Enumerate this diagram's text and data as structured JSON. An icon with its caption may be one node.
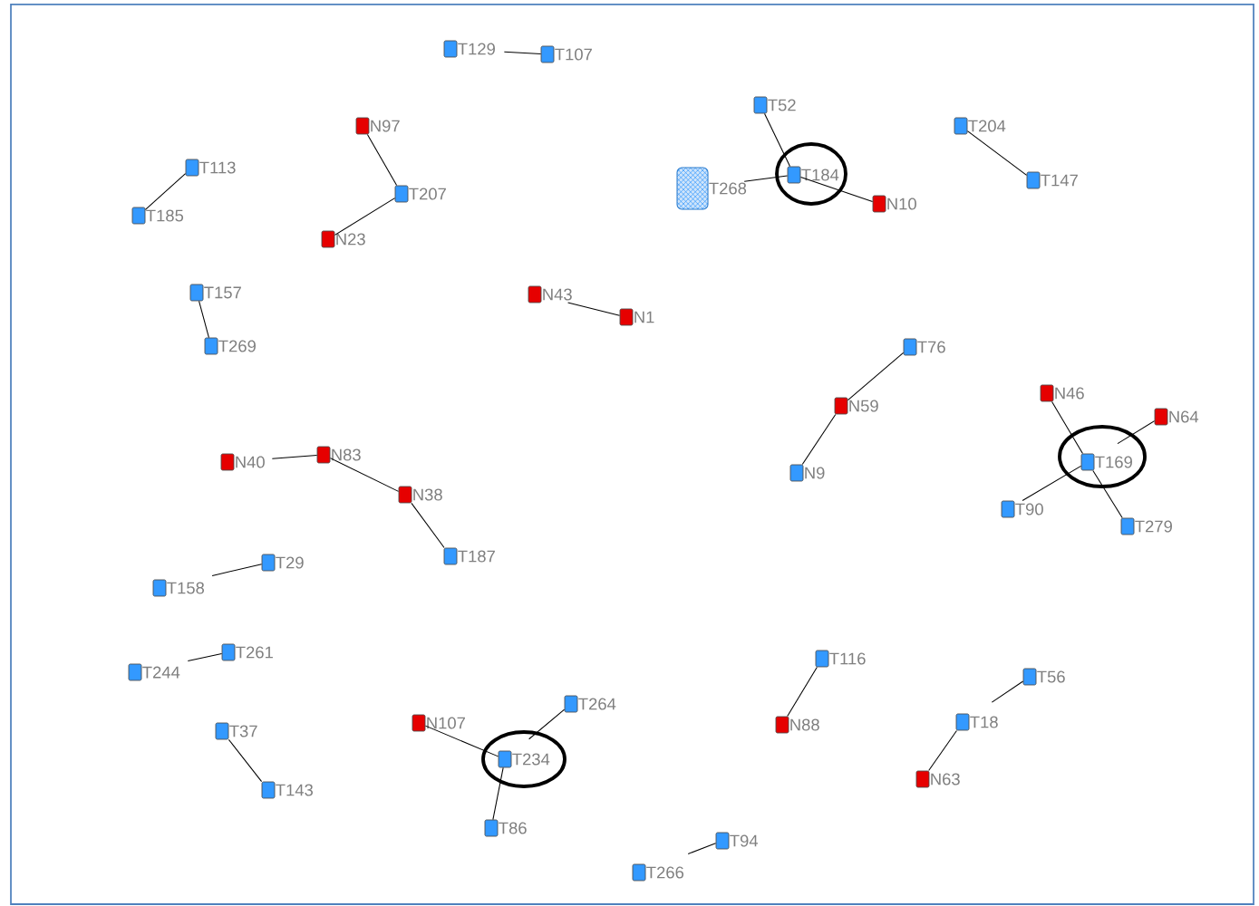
{
  "diagram": {
    "nodes": [
      {
        "text": [
          "T129"
        ]
      },
      {
        "text": [
          "T107"
        ]
      },
      {
        "text": [
          "N97"
        ]
      },
      {
        "text": [
          "T207"
        ]
      },
      {
        "text": [
          "N23"
        ]
      },
      {
        "text": [
          "T113"
        ]
      },
      {
        "text": [
          "T185"
        ]
      },
      {
        "text": [
          "T52"
        ]
      },
      {
        "text": [
          "T268"
        ]
      },
      {
        "text": [
          "T184"
        ]
      },
      {
        "text": [
          "N10"
        ]
      },
      {
        "text": [
          "T204"
        ]
      },
      {
        "text": [
          "T147"
        ]
      },
      {
        "text": [
          "T157"
        ]
      },
      {
        "text": [
          "T269"
        ]
      },
      {
        "text": [
          "N43"
        ]
      },
      {
        "text": [
          "N1"
        ]
      },
      {
        "text": [
          "T76"
        ]
      },
      {
        "text": [
          "N59"
        ]
      },
      {
        "text": [
          "N9"
        ]
      },
      {
        "text": [
          "N46"
        ]
      },
      {
        "text": [
          "N64"
        ]
      },
      {
        "text": [
          "T169"
        ]
      },
      {
        "text": [
          "T90"
        ]
      },
      {
        "text": [
          "T279"
        ]
      },
      {
        "text": [
          "N40"
        ]
      },
      {
        "text": [
          "N83"
        ]
      },
      {
        "text": [
          "N38"
        ]
      },
      {
        "text": [
          "T187"
        ]
      },
      {
        "text": [
          "T158"
        ]
      },
      {
        "text": [
          "T29"
        ]
      },
      {
        "text": [
          "T244"
        ]
      },
      {
        "text": [
          "T261"
        ]
      },
      {
        "text": [
          "T116"
        ]
      },
      {
        "text": [
          "N88"
        ]
      },
      {
        "text": [
          "T56"
        ]
      },
      {
        "text": [
          "T18"
        ]
      },
      {
        "text": [
          "N63"
        ]
      },
      {
        "text": [
          "T37"
        ]
      },
      {
        "text": [
          "T143"
        ]
      },
      {
        "text": [
          "N107"
        ]
      },
      {
        "text": [
          "T264"
        ]
      },
      {
        "text": [
          "T234"
        ]
      },
      {
        "text": [
          "T86"
        ]
      },
      {
        "text": [
          "T94"
        ]
      },
      {
        "text": [
          "T266"
        ]
      }
    ],
    "edges": [
      {
        "from": 0,
        "to": 1,
        "arrow": "none"
      },
      {
        "from": 2,
        "to": 3,
        "arrow": "none"
      },
      {
        "from": 3,
        "to": 4,
        "arrow": "none"
      },
      {
        "from": 5,
        "to": 6,
        "arrow": "none"
      },
      {
        "from": 7,
        "to": 9,
        "arrow": "none"
      },
      {
        "from": 8,
        "to": 9,
        "arrow": "none"
      },
      {
        "from": 9,
        "to": 10,
        "arrow": "none"
      },
      {
        "from": 11,
        "to": 12,
        "arrow": "none"
      },
      {
        "from": 13,
        "to": 14,
        "arrow": "none"
      },
      {
        "from": 15,
        "to": 16,
        "arrow": "none"
      },
      {
        "from": 17,
        "to": 18,
        "arrow": "none"
      },
      {
        "from": 18,
        "to": 19,
        "arrow": "none"
      },
      {
        "from": 20,
        "to": 22,
        "arrow": "none"
      },
      {
        "from": 21,
        "to": 22,
        "arrow": "none"
      },
      {
        "from": 22,
        "to": 23,
        "arrow": "none"
      },
      {
        "from": 22,
        "to": 24,
        "arrow": "none"
      },
      {
        "from": 25,
        "to": 26,
        "arrow": "none"
      },
      {
        "from": 26,
        "to": 27,
        "arrow": "none"
      },
      {
        "from": 27,
        "to": 28,
        "arrow": "none"
      },
      {
        "from": 29,
        "to": 30,
        "arrow": "none"
      },
      {
        "from": 31,
        "to": 32,
        "arrow": "none"
      },
      {
        "from": 33,
        "to": 34,
        "arrow": "none"
      },
      {
        "from": 35,
        "to": 36,
        "arrow": "none"
      },
      {
        "from": 36,
        "to": 37,
        "arrow": "none"
      },
      {
        "from": 38,
        "to": 39,
        "arrow": "none"
      },
      {
        "from": 40,
        "to": 42,
        "arrow": "none"
      },
      {
        "from": 41,
        "to": 42,
        "arrow": "none"
      },
      {
        "from": 42,
        "to": 43,
        "arrow": "none"
      },
      {
        "from": 44,
        "to": 45,
        "arrow": "none"
      }
    ]
  }
}
